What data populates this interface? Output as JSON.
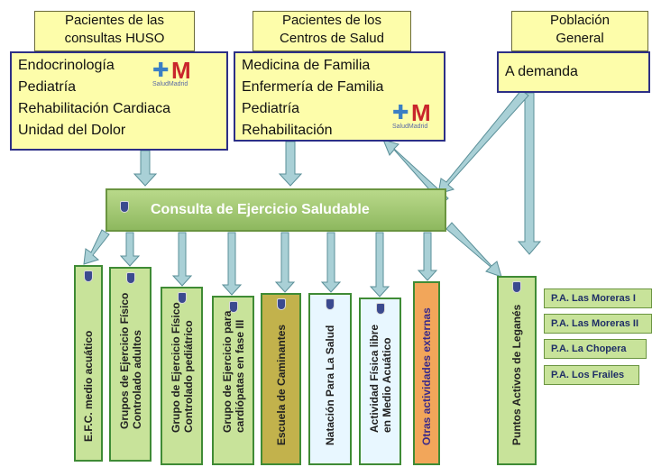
{
  "sources": [
    {
      "header": [
        "Pacientes de las",
        "consultas HUSO"
      ],
      "items": [
        "Endocrinología",
        "Pediatría",
        "Rehabilitación Cardiaca",
        "Unidad del Dolor"
      ]
    },
    {
      "header": [
        "Pacientes de los",
        "Centros de Salud"
      ],
      "items": [
        "Medicina de Familia",
        "Enfermería de Familia",
        "Pediatría",
        "Rehabilitación"
      ]
    },
    {
      "header": [
        "Población",
        "General"
      ],
      "items": [
        "A demanda"
      ]
    }
  ],
  "logo": {
    "letter": "M",
    "caption": "SaludMadrid"
  },
  "central": {
    "label": "Consulta de Ejercicio Saludable"
  },
  "programs": [
    {
      "lines": [
        "E.F.C. medio acuático"
      ]
    },
    {
      "lines": [
        "Grupos de Ejercicio Físico",
        "Controlado adultos"
      ]
    },
    {
      "lines": [
        "Grupo de Ejercicio Físico",
        "Controlado pediátrico"
      ]
    },
    {
      "lines": [
        "Grupo de Ejercicio para",
        "cardiópatas en fase III"
      ]
    },
    {
      "lines": [
        "Escuela de Caminantes"
      ]
    },
    {
      "lines": [
        "Natación Para La Salud"
      ]
    },
    {
      "lines": [
        "Actividad Física  libre",
        "en Medio Acuático"
      ]
    },
    {
      "lines": [
        "Otras actividades externas"
      ]
    },
    {
      "lines": [
        "Puntos Activos de Leganés"
      ]
    }
  ],
  "puntos": [
    "P.A. Las Moreras I",
    "P.A. Las Moreras II",
    "P.A. La Chopera",
    "P.A. Los Frailes"
  ],
  "colors": {
    "header_fill": "#fdfdaa",
    "list_border": "#2c2f86",
    "green_border": "#3f8b35",
    "arrow_fill": "#a9d0d6",
    "arrow_stroke": "#5a8f98",
    "orange": "#f2a65a",
    "sky": "#e8f7ff",
    "green_fill": "#c8e39a"
  }
}
